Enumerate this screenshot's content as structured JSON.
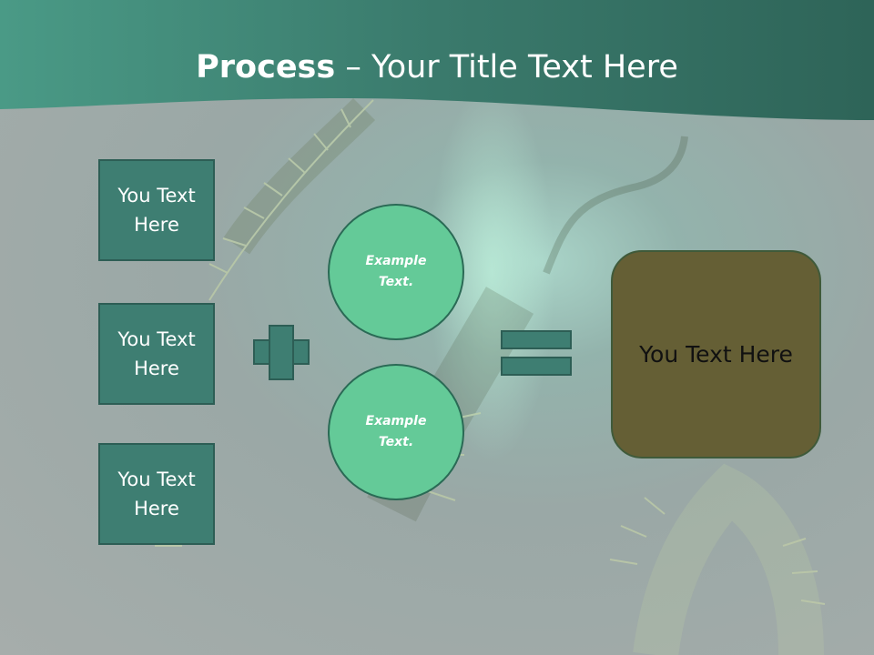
{
  "title": {
    "bold": "Process",
    "rest": " – Your Title Text Here"
  },
  "boxes": [
    "You Text Here",
    "You Text Here",
    "You Text Here"
  ],
  "circles": [
    "Example Text.",
    "Example Text."
  ],
  "result": "You Text Here",
  "colors": {
    "header": "#3a7a6c",
    "box": "#3e7e72",
    "circle": "#64ca98",
    "result": "#655f35"
  },
  "icons": {
    "plus": "plus-icon",
    "equals": "equals-icon"
  }
}
